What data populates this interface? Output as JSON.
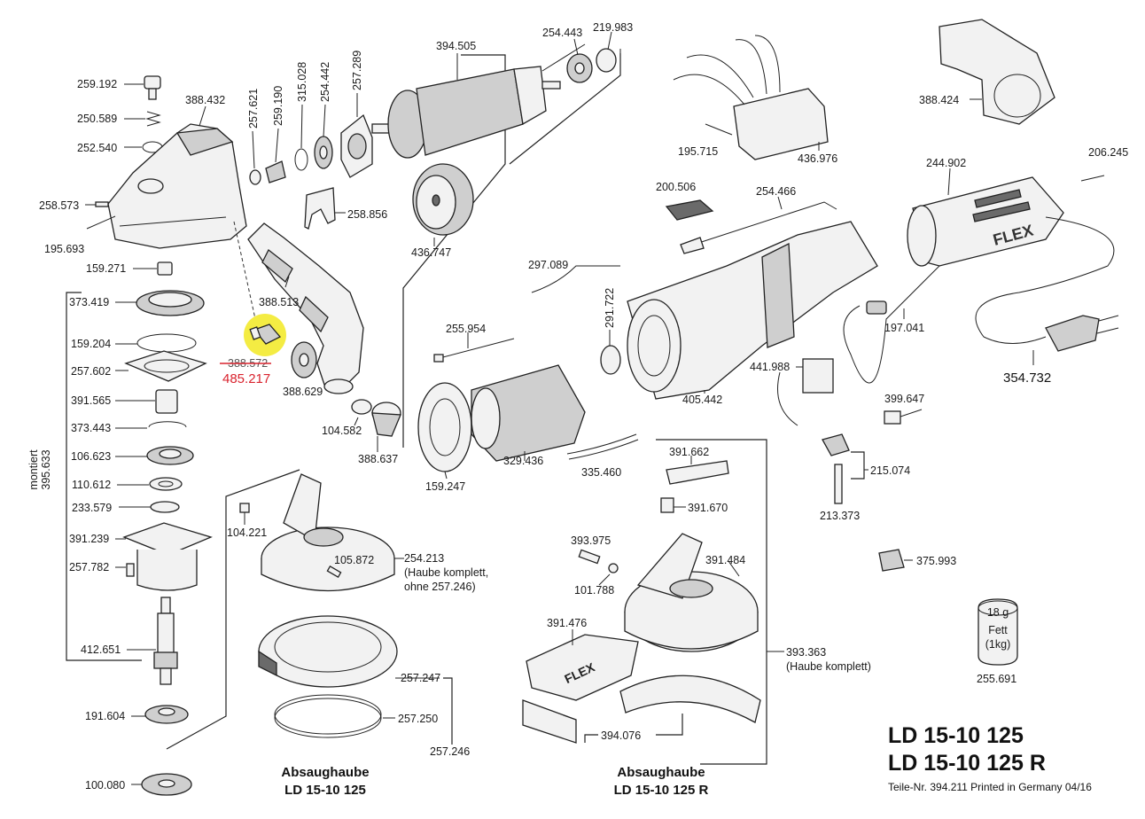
{
  "labels": {
    "p259192": "259.192",
    "p388432": "388.432",
    "p250589": "250.589",
    "p252540": "252.540",
    "p258573": "258.573",
    "p195693": "195.693",
    "p257621": "257.621",
    "p259190": "259.190",
    "p315028": "315.028",
    "p254442": "254.442",
    "p257289": "257.289",
    "p394505": "394.505",
    "p254443": "254.443",
    "p219983": "219.983",
    "p258856": "258.856",
    "p436747": "436.747",
    "p159271": "159.271",
    "p373419": "373.419",
    "p388513": "388.513",
    "p159204": "159.204",
    "p257602": "257.602",
    "p388572": "388.572",
    "p485217": "485.217",
    "p388629": "388.629",
    "p391565": "391.565",
    "p373443": "373.443",
    "p104582": "104.582",
    "p106623": "106.623",
    "p388637": "388.637",
    "p110612": "110.612",
    "p233579": "233.579",
    "p391239": "391.239",
    "p257782": "257.782",
    "p412651": "412.651",
    "p191604": "191.604",
    "p100080": "100.080",
    "p104221": "104.221",
    "p105872": "105.872",
    "p254213": "254.213",
    "p254213_note1": "(Haube komplett,",
    "p254213_note2": "ohne 257.246)",
    "p257247": "257.247",
    "p257250": "257.250",
    "p257246": "257.246",
    "p297089": "297.089",
    "p255954": "255.954",
    "p291722": "291.722",
    "p329436": "329.436",
    "p159247": "159.247",
    "p335460": "335.460",
    "p405442": "405.442",
    "p200506": "200.506",
    "p254466": "254.466",
    "p195715": "195.715",
    "p436976": "436.976",
    "p388424": "388.424",
    "p244902": "244.902",
    "p206245": "206.245",
    "p197041": "197.041",
    "p354732": "354.732",
    "p441988": "441.988",
    "p399647": "399.647",
    "p215074": "215.074",
    "p213373": "213.373",
    "p375993": "375.993",
    "p391662": "391.662",
    "p391670": "391.670",
    "p393975": "393.975",
    "p101788": "101.788",
    "p391484": "391.484",
    "p391476": "391.476",
    "p393363": "393.363",
    "p393363_note": "(Haube komplett)",
    "p394076": "394.076",
    "p255691": "255.691",
    "grease_amount": "18 g",
    "grease_name": "Fett",
    "grease_unit": "(1kg)",
    "montiert_word": "montiert",
    "montiert_num": "395.633",
    "brand_cover": "FLEX",
    "brand_guard": "FLEX"
  },
  "captions": {
    "hood_left_title": "Absaughaube",
    "hood_left_model": "LD 15-10 125",
    "hood_right_title": "Absaughaube",
    "hood_right_model": "LD 15-10 125 R",
    "model_line1": "LD 15-10 125",
    "model_line2": "LD 15-10 125 R",
    "footer": "Teile-Nr. 394.211 Printed in Germany 04/16"
  },
  "colors": {
    "highlight": "#f4ec43",
    "replacement_label": "#d9232e",
    "strike": "#d9232e",
    "ink": "#222222"
  }
}
